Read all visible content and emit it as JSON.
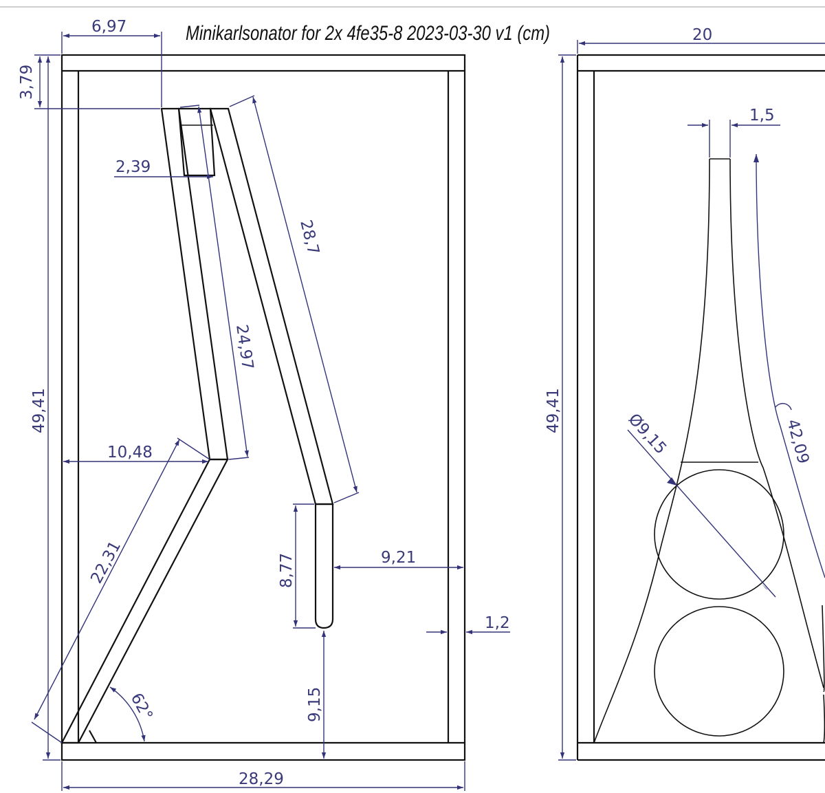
{
  "title": "Minikarlsonator for 2x 4fe35-8 2023-03-30 v1 (cm)",
  "colors": {
    "structure": "#111111",
    "dimension": "#33337a",
    "background": "#ffffff"
  },
  "side_view": {
    "dimensions": {
      "top_offset_width": "6,97",
      "top_panel_thickness": "3,79",
      "slot_width": "2,39",
      "outer_baffle_length": "28,7",
      "inner_baffle_length": "24,97",
      "overall_height": "49,41",
      "kink_offset": "10,48",
      "lower_baffle_length": "22,31",
      "angle": "62°",
      "short_panel_length": "8,77",
      "gap_to_back": "9,21",
      "back_panel_thickness": "1,2",
      "bottom_gap": "9,15",
      "overall_depth": "28,29"
    }
  },
  "front_view": {
    "dimensions": {
      "overall_width": "20",
      "throat_width": "1,5",
      "overall_height": "49,41",
      "driver_diameter": "Ø9,15",
      "curve_length": "42,09"
    }
  }
}
